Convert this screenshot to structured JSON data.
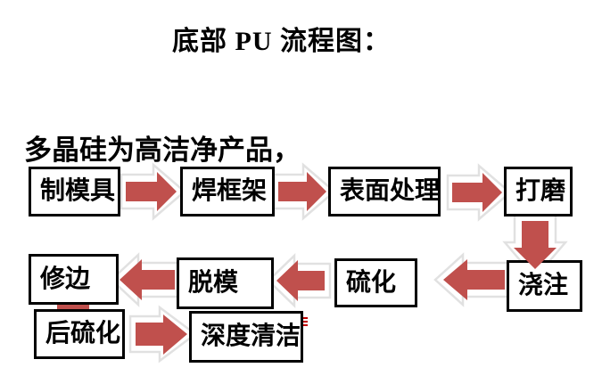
{
  "title": "底部 PU 流程图：",
  "subtitle": "多晶硅为高洁净产品，",
  "flow": {
    "arrow_color": "#c0504d",
    "box_border_color": "#000000",
    "steps": [
      {
        "id": "make-mold",
        "label": "制模具"
      },
      {
        "id": "weld-frame",
        "label": "焊框架"
      },
      {
        "id": "surface-treatment",
        "label": "表面处理"
      },
      {
        "id": "polish",
        "label": "打磨"
      },
      {
        "id": "pour",
        "label": "浇注"
      },
      {
        "id": "vulcanize",
        "label": "硫化"
      },
      {
        "id": "demold",
        "label": "脱模"
      },
      {
        "id": "trim",
        "label": "修边"
      },
      {
        "id": "post-vulcanize",
        "label": "后硫化"
      },
      {
        "id": "deep-clean",
        "label": "深度清洁"
      }
    ],
    "connections": [
      {
        "from": "制模具",
        "to": "焊框架",
        "direction": "right"
      },
      {
        "from": "焊框架",
        "to": "表面处理",
        "direction": "right"
      },
      {
        "from": "表面处理",
        "to": "打磨",
        "direction": "right"
      },
      {
        "from": "打磨",
        "to": "浇注",
        "direction": "down"
      },
      {
        "from": "浇注",
        "to": "硫化",
        "direction": "left"
      },
      {
        "from": "硫化",
        "to": "脱模",
        "direction": "left"
      },
      {
        "from": "脱模",
        "to": "修边",
        "direction": "left"
      },
      {
        "from": "修边",
        "to": "后硫化",
        "direction": "down"
      },
      {
        "from": "后硫化",
        "to": "深度清洁",
        "direction": "right"
      }
    ]
  }
}
